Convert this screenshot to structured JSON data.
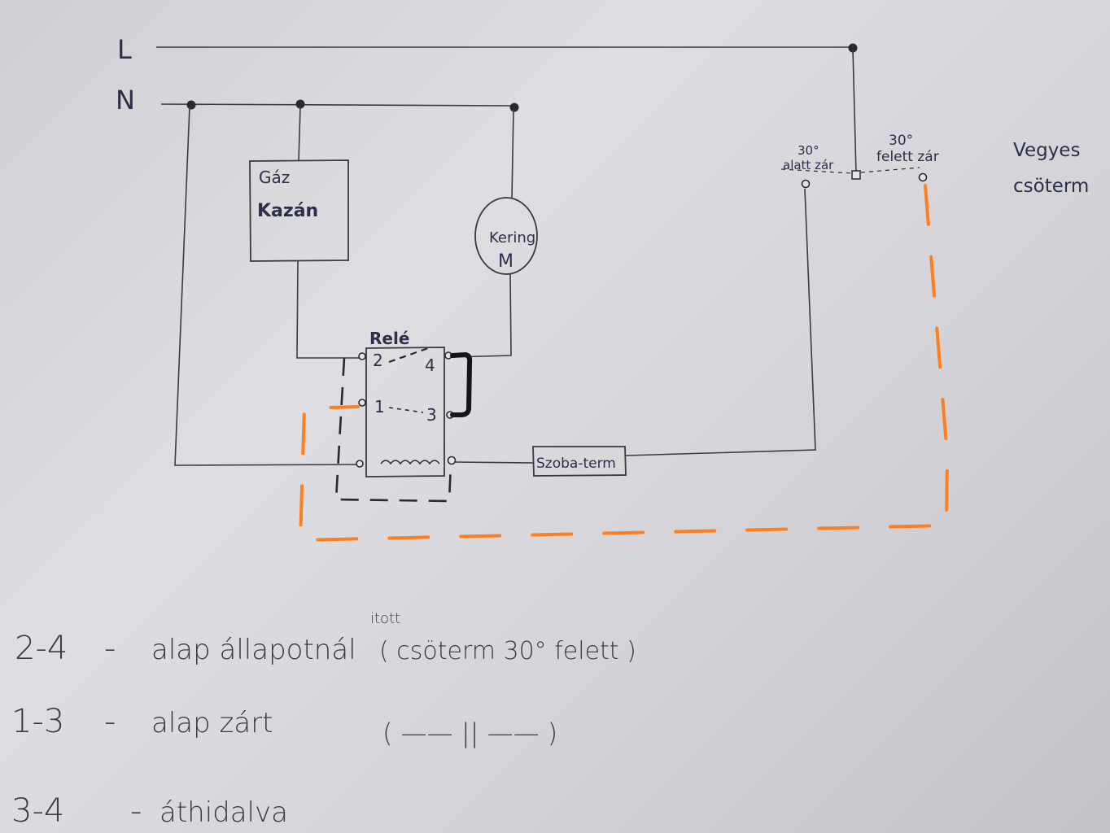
{
  "rails": {
    "live": "L",
    "neutral": "N"
  },
  "boiler": {
    "line1": "Gáz",
    "line2": "Kazán"
  },
  "pump": {
    "line1": "Kering",
    "line2": "M"
  },
  "relay": {
    "title": "Relé",
    "t2": "2",
    "t4": "4",
    "t1": "1",
    "t3": "3",
    "link_2_4": "- - -",
    "link_1_3": "- - -"
  },
  "room_thermostat": "Szoba-term",
  "pipe_thermostat": {
    "label_line1": "Vegyes",
    "label_line2": "csöterm",
    "below_deg": "30°",
    "below_text": "alatt zár",
    "above_deg": "30°",
    "above_text": "felett zár"
  },
  "notes": [
    {
      "prefix": "2-4",
      "dash": "-",
      "text": "alap állapotnál",
      "super": "itott",
      "paren": "( csöterm 30° felett )"
    },
    {
      "prefix": "1-3",
      "dash": "-",
      "text": "alap zárt",
      "paren": "( —— || —— )"
    },
    {
      "prefix": "3-4",
      "dash": "-",
      "text": "áthidalva"
    }
  ]
}
